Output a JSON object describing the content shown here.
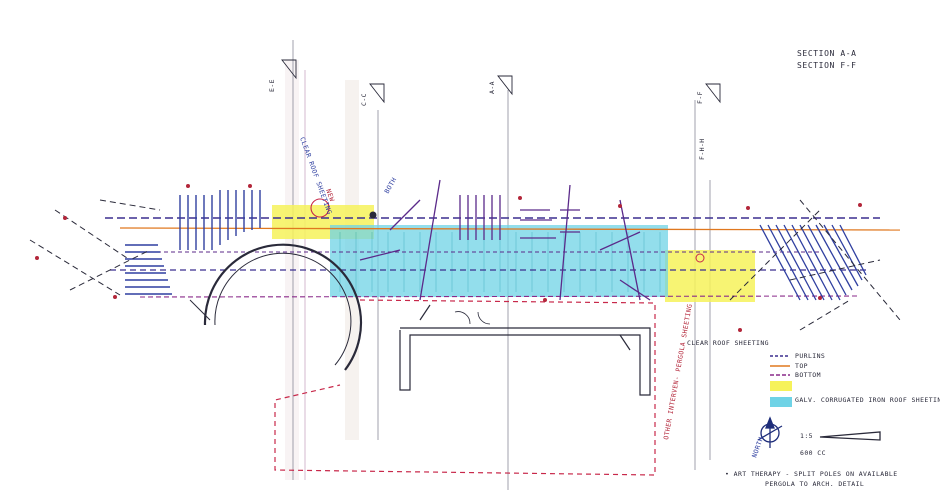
{
  "sheet": {
    "titles": [
      "SECTION A-A",
      "SECTION F-F"
    ],
    "section_marks": [
      "E-E",
      "C-C",
      "A-A",
      "F-F"
    ],
    "annotations": {
      "clear_roof_top": "CLEAR ROOF SHEETING",
      "new": "NEW",
      "both": "BOTH",
      "clear_roof_right": "CLEAR ROOF SHEETING",
      "right_vertical": "F-H-H",
      "vertical_note": "OTHER INTERVEN- PERGOLA SHEETING"
    },
    "legend": {
      "items": [
        {
          "label": "PURLINS",
          "kind": "purlin",
          "color": "#3b2f8f"
        },
        {
          "label": "TOP",
          "kind": "top",
          "color": "#e0781f"
        },
        {
          "label": "BOTTOM",
          "kind": "bottom",
          "color": "#8a2a8a"
        },
        {
          "label": "",
          "kind": "yellow",
          "color": "#f6f25a"
        },
        {
          "label": "GALV. CORRUGATED IRON ROOF SHEETING",
          "kind": "cyan",
          "color": "#6fd3e6"
        }
      ]
    },
    "north_label": "NORTH",
    "scale": [
      "1:5",
      "600 CC"
    ],
    "footnote": [
      "• ART THERAPY - SPLIT POLES ON AVAILABLE",
      "PERGOLA TO ARCH. DETAIL"
    ],
    "colors": {
      "ink": "#2a2a3a",
      "purple": "#5b2a8a",
      "navy": "#2f3fa0",
      "orange": "#e0781f",
      "red_dash": "#c8284a",
      "yellow": "#f6f25a",
      "cyan": "#6fd3e6"
    }
  }
}
